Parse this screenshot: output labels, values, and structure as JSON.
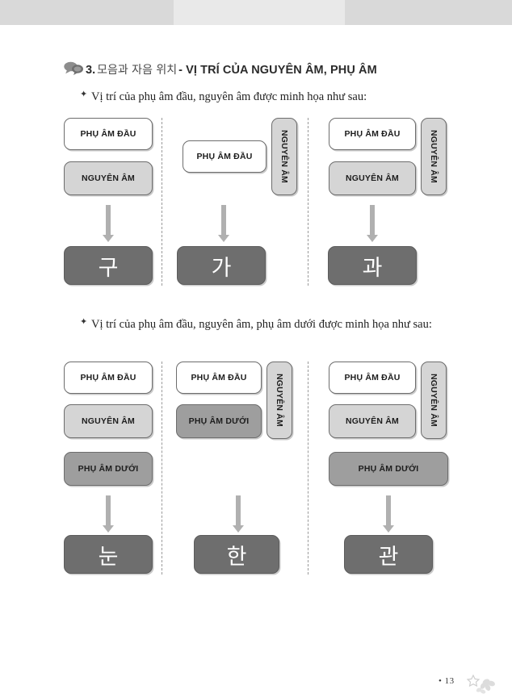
{
  "page": {
    "number": "• 13",
    "band_color": "#d9d9d9",
    "band_highlight_color": "#e9e9e9"
  },
  "heading": {
    "icon": "speech-bubbles-icon",
    "number": "3.",
    "korean": "모음과 자음 위치",
    "separator": "-",
    "vietnamese": "VỊ TRÍ CỦA NGUYÊN ÂM, PHỤ ÂM"
  },
  "bullets": [
    {
      "marker": "✦",
      "text": "Vị trí của phụ âm đầu, nguyên âm được minh họa như sau:"
    },
    {
      "marker": "✦",
      "text": "Vị trí của phụ âm đầu, nguyên âm, phụ âm dưới được minh họa như sau:"
    }
  ],
  "labels": {
    "initial_consonant": "PHỤ ÂM ĐẦU",
    "vowel": "NGUYÊN ÂM",
    "final_consonant": "PHỤ ÂM DƯỚI"
  },
  "diagram1": {
    "columns": [
      {
        "id": "col-gu",
        "result": "구",
        "boxes": [
          "PHỤ ÂM ĐẦU",
          "NGUYÊN ÂM"
        ]
      },
      {
        "id": "col-ga",
        "result": "가",
        "boxes": [
          "PHỤ ÂM ĐẦU",
          "NGUYÊN ÂM"
        ]
      },
      {
        "id": "col-gwa",
        "result": "과",
        "boxes": [
          "PHỤ ÂM ĐẦU",
          "NGUYÊN ÂM",
          "NGUYÊN ÂM"
        ]
      }
    ]
  },
  "diagram2": {
    "columns": [
      {
        "id": "col-nun",
        "result": "눈",
        "boxes": [
          "PHỤ ÂM ĐẦU",
          "NGUYÊN ÂM",
          "PHỤ ÂM DƯỚI"
        ]
      },
      {
        "id": "col-han",
        "result": "한",
        "boxes": [
          "PHỤ ÂM ĐẦU",
          "PHỤ ÂM DƯỚI",
          "NGUYÊN ÂM"
        ]
      },
      {
        "id": "col-gwan",
        "result": "관",
        "boxes": [
          "PHỤ ÂM ĐẦU",
          "NGUYÊN ÂM",
          "NGUYÊN ÂM",
          "PHỤ ÂM DƯỚI"
        ]
      }
    ]
  },
  "colors": {
    "box_white": "#ffffff",
    "box_light": "#d5d5d5",
    "box_mid": "#9e9e9e",
    "box_dark": "#6e6e6e",
    "arrow": "#b0b0b0",
    "border": "#6d6d6d"
  }
}
